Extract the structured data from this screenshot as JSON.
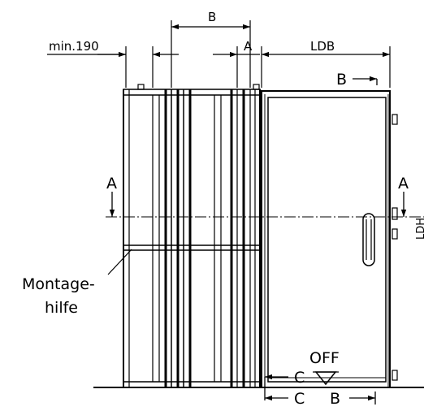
{
  "labels": {
    "min_190": "min.190",
    "dim_b": "B",
    "dim_a": "A",
    "ldb": "LDB",
    "section_b_top": "B",
    "section_a_left": "A",
    "section_a_right": "A",
    "montage_line1": "Montage-",
    "montage_line2": "hilfe",
    "off": "OFF",
    "section_c_upper": "C",
    "section_c_lower": "C",
    "section_b_bottom": "B",
    "ldh_partial": "LDH"
  }
}
